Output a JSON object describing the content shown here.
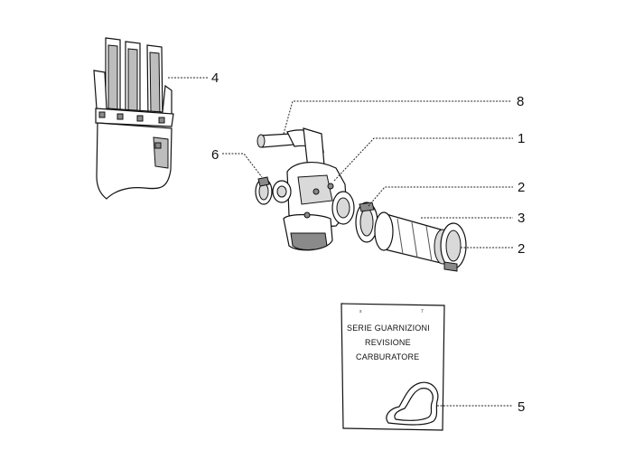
{
  "callouts": {
    "reed_valve": "4",
    "throttle_cable": "8",
    "carburetor": "1",
    "clamp_left": "6",
    "clamp_upper": "2",
    "intake_sleeve": "3",
    "clamp_lower": "2",
    "gasket_kit": "5"
  },
  "kit": {
    "line1": "SERIE GUARNIZIONI",
    "line2": "REVISIONE",
    "line3": "CARBURATORE"
  }
}
